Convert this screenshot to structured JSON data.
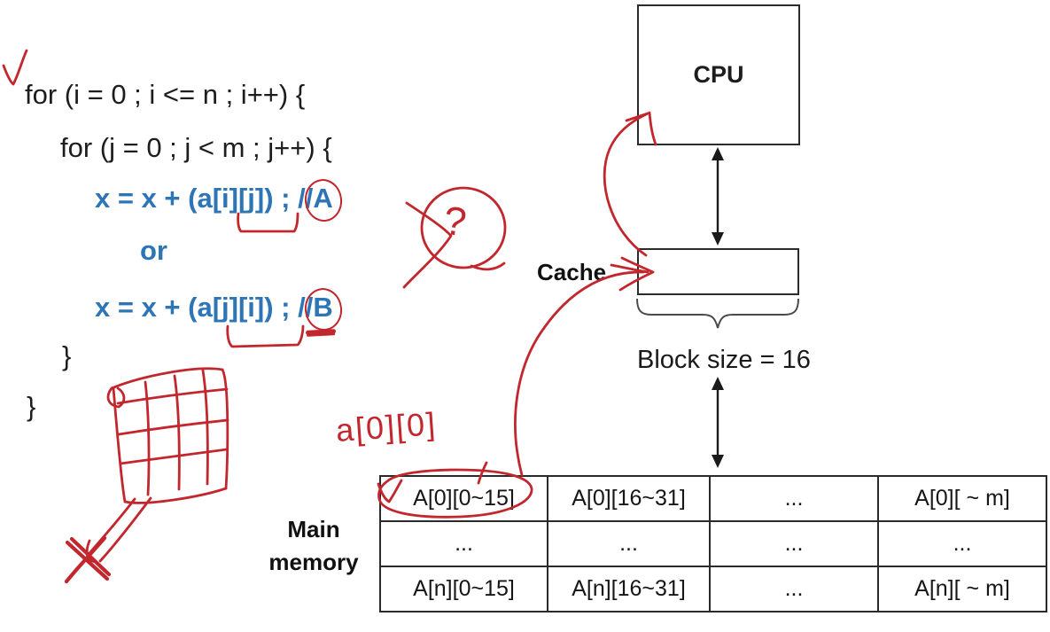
{
  "slide": {
    "code": {
      "line1": "for (i = 0 ; i <= n ; i++) {",
      "line2": "for (j = 0 ; j < m ; j++) {",
      "stmt_a_text": "x = x + (a[i][j]) ; //",
      "stmt_a_label": "A",
      "or_text": "or",
      "stmt_b_text": "x = x + (a[j][i]) ; //",
      "stmt_b_label": "B",
      "brace_inner": "}",
      "brace_outer": "}"
    },
    "diagram": {
      "cpu_label": "CPU",
      "cache_label": "Cache",
      "block_size_text": "Block size = 16",
      "main_memory_line1": "Main",
      "main_memory_line2": "memory"
    },
    "memory_table": {
      "rows": [
        [
          "A[0][0~15]",
          "A[0][16~31]",
          "...",
          "A[0][ ~ m]"
        ],
        [
          "...",
          "...",
          "...",
          "..."
        ],
        [
          "A[n][0~15]",
          "A[n][16~31]",
          "...",
          "A[n][ ~ m]"
        ]
      ]
    },
    "annotations": {
      "question_mark": "?",
      "handwritten_cell_ref": "a[0][0]"
    },
    "colors": {
      "code_blue": "#2e75b6",
      "annotation_red": "#c1272d",
      "text_black": "#1d1d1d"
    }
  }
}
